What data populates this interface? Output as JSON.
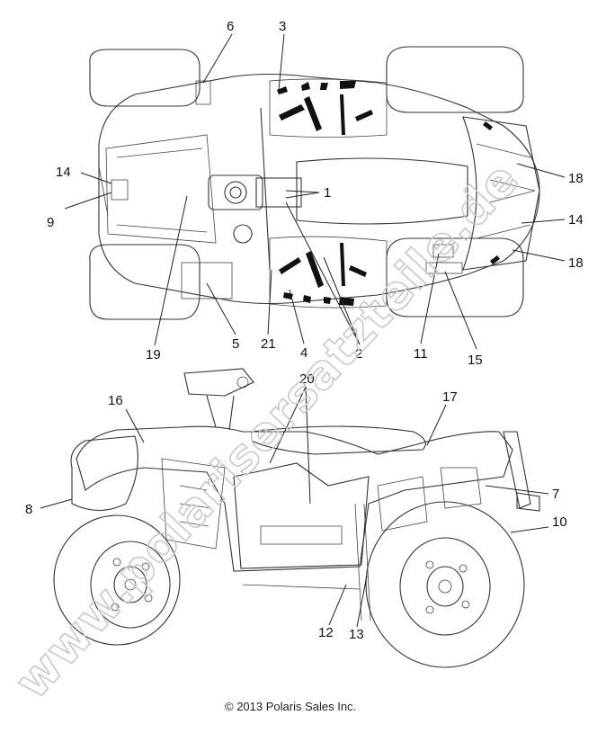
{
  "watermark": "www.polarisersatzteile.de",
  "copyright": "© 2013 Polaris Sales Inc.",
  "top_view_callouts": {
    "c6": "6",
    "c3": "3",
    "c14a": "14",
    "c9": "9",
    "c1": "1",
    "c18a": "18",
    "c14b": "14",
    "c18b": "18",
    "c19": "19",
    "c5": "5",
    "c21": "21",
    "c4": "4",
    "c2": "2",
    "c11": "11",
    "c15": "15"
  },
  "side_view_callouts": {
    "c16": "16",
    "c20": "20",
    "c17": "17",
    "c8": "8",
    "c7": "7",
    "c10": "10",
    "c12": "12",
    "c13": "13"
  }
}
